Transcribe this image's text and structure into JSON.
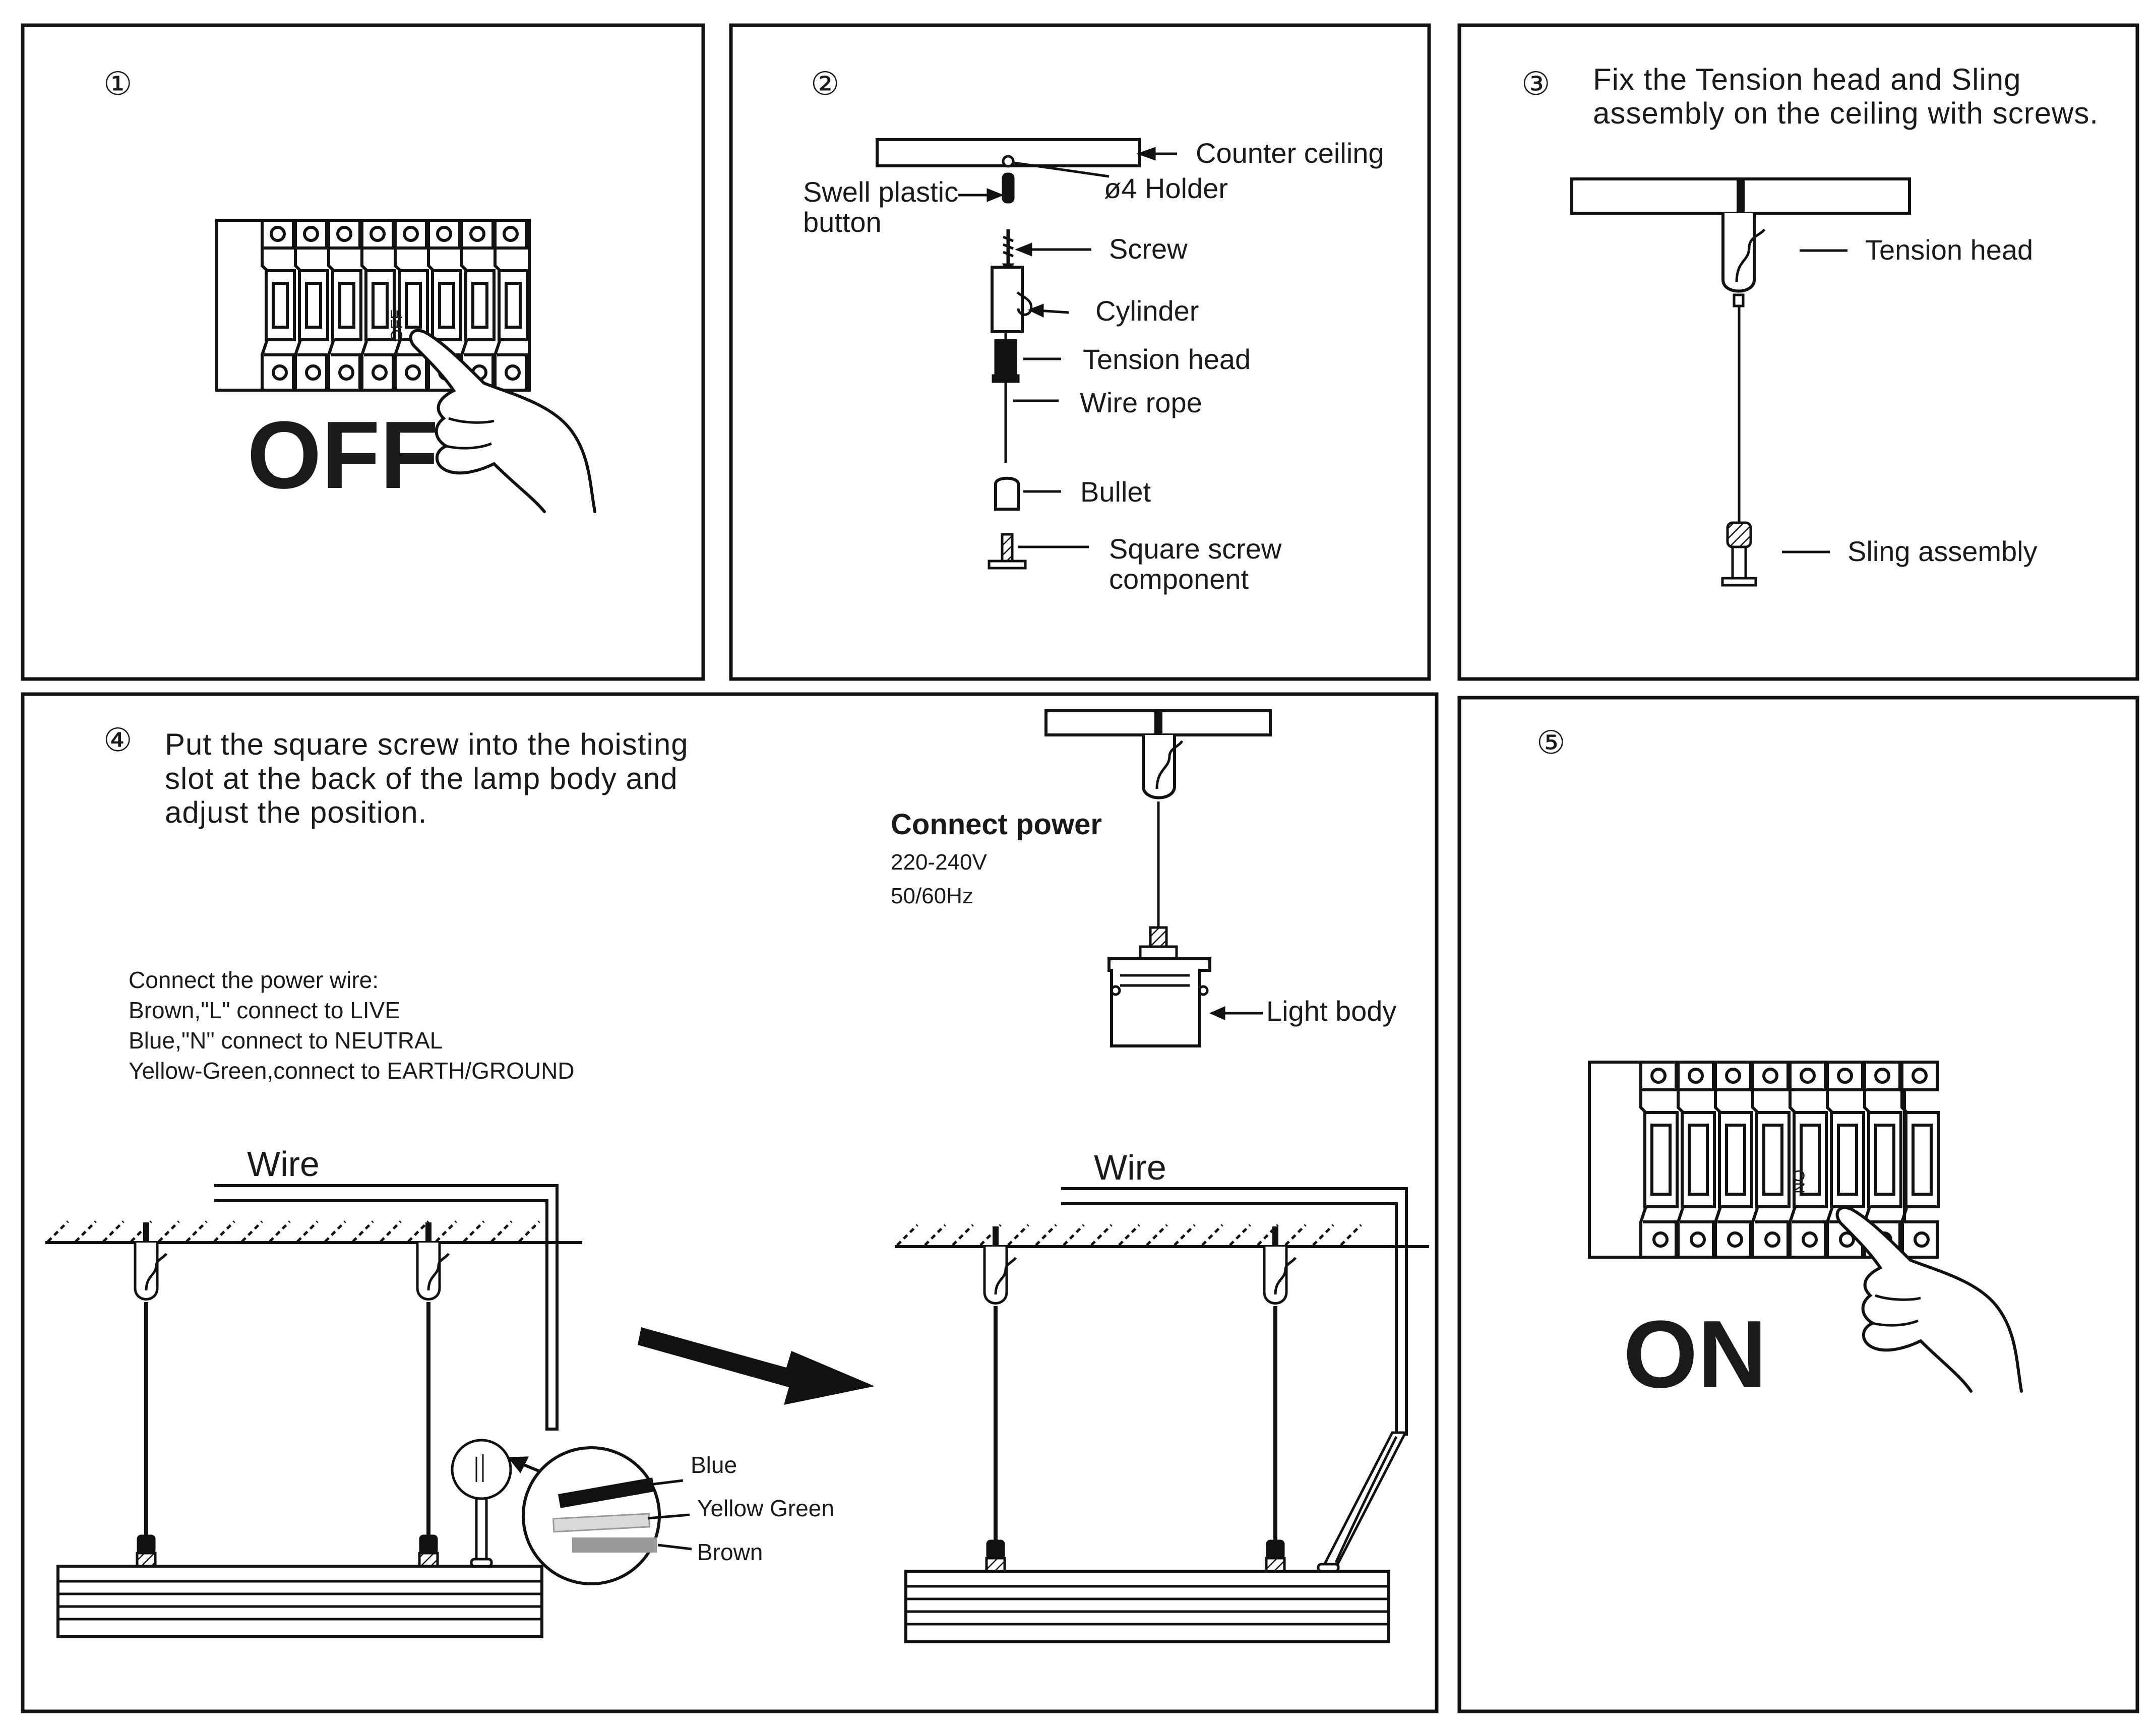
{
  "panel1": {
    "step": "①",
    "switch_mark": "OFF",
    "big_label": "OFF"
  },
  "panel2": {
    "step": "②",
    "labels": {
      "counter_ceiling": "Counter ceiling",
      "holder": "ø4 Holder",
      "swell_line1": "Swell plastic",
      "swell_line2": "button",
      "screw": "Screw",
      "cylinder": "Cylinder",
      "tension_head": "Tension head",
      "wire_rope": "Wire rope",
      "bullet": "Bullet",
      "square_line1": "Square screw",
      "square_line2": "component"
    }
  },
  "panel3": {
    "step": "③",
    "title_line1": "Fix the Tension head and Sling",
    "title_line2": "assembly on the ceiling with screws.",
    "tension_head": "Tension head",
    "sling_assembly": "Sling assembly"
  },
  "panel4": {
    "step": "④",
    "title_line1": "Put the square screw into the hoisting",
    "title_line2": "slot at the back of the lamp body and",
    "title_line3": "adjust the position.",
    "connect_power": "Connect power",
    "voltage": "220-240V",
    "frequency": "50/60Hz",
    "light_body": "Light body",
    "power_wire": {
      "line1": "Connect the power wire:",
      "line2": "Brown,\"L\" connect to LIVE",
      "line3": "Blue,\"N\" connect to NEUTRAL",
      "line4": "Yellow-Green,connect to EARTH/GROUND"
    },
    "wire_left": "Wire",
    "wire_right": "Wire",
    "wire_colors": {
      "blue": "Blue",
      "yellow_green": "Yellow Green",
      "brown": "Brown"
    }
  },
  "panel5": {
    "step": "⑤",
    "switch_mark": "ON",
    "big_label": "ON"
  }
}
